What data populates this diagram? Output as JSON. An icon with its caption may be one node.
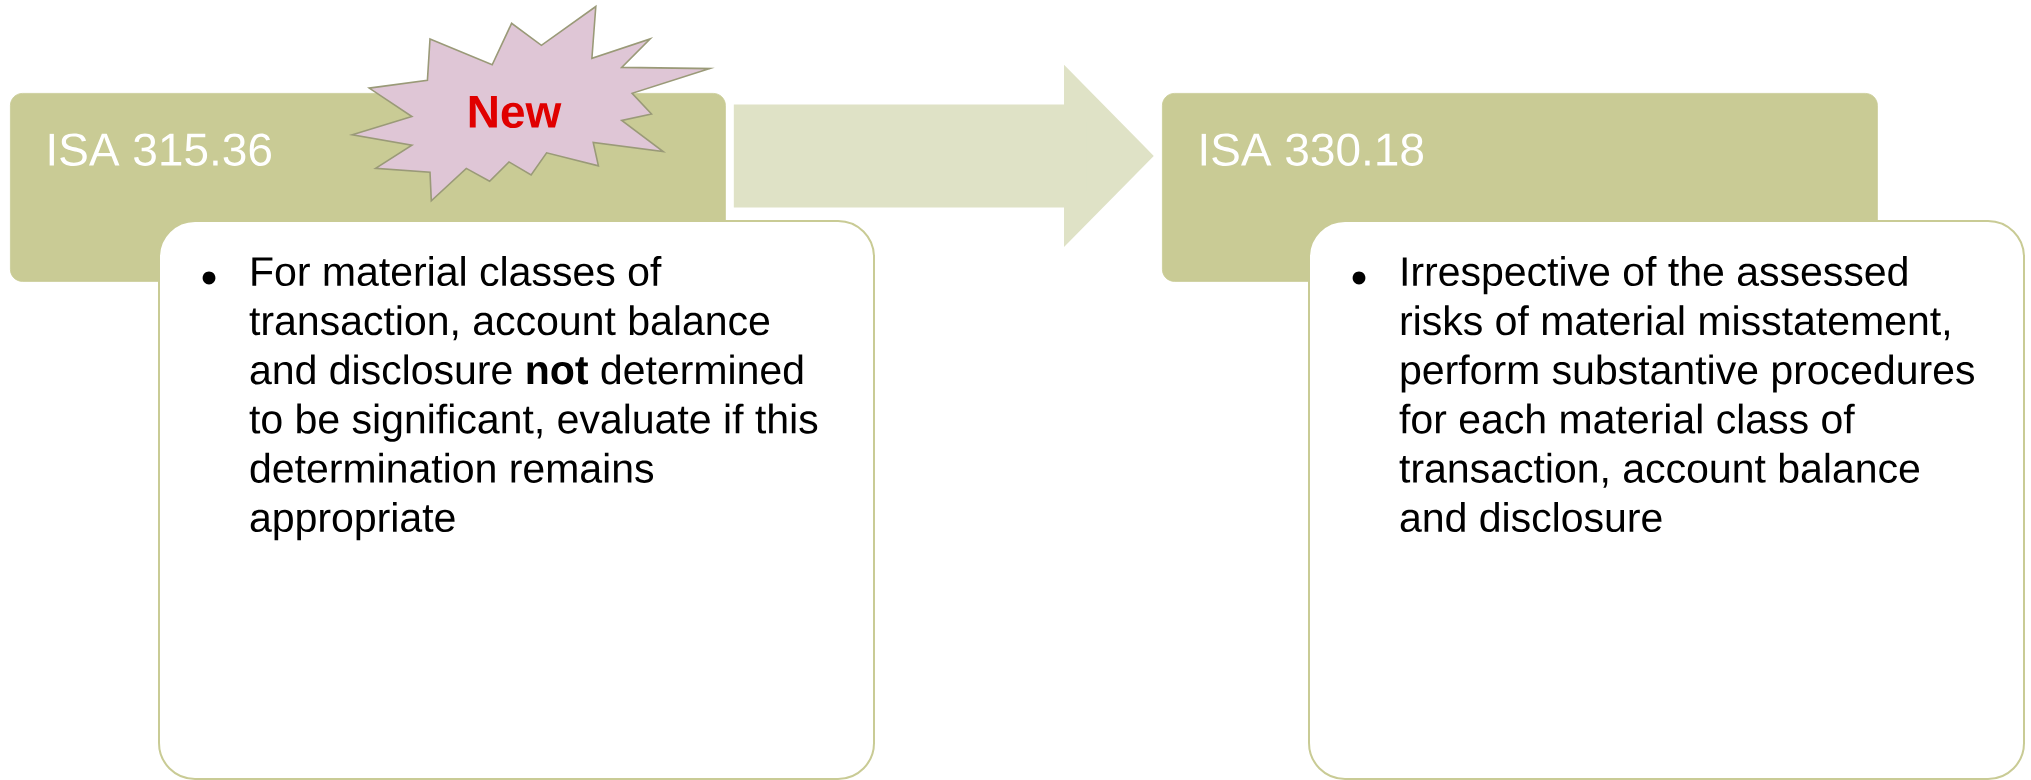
{
  "diagram": {
    "nodes": [
      {
        "text": [
          "ISA 315.36"
        ]
      },
      {
        "text": [
          "New"
        ]
      },
      {
        "text": [
          "For material classes of transaction, account balance and disclosure **not** determined to be significant, evaluate if this determination remains appropriate"
        ]
      },
      {
        "text": [
          "ISA 330.18"
        ]
      },
      {
        "text": [
          "Irrespective of the assessed risks of material misstatement, perform substantive procedures for each material class of transaction, account balance and disclosure"
        ]
      }
    ],
    "edges": [
      {
        "from": 0,
        "to": 3,
        "arrow": "to"
      }
    ]
  }
}
